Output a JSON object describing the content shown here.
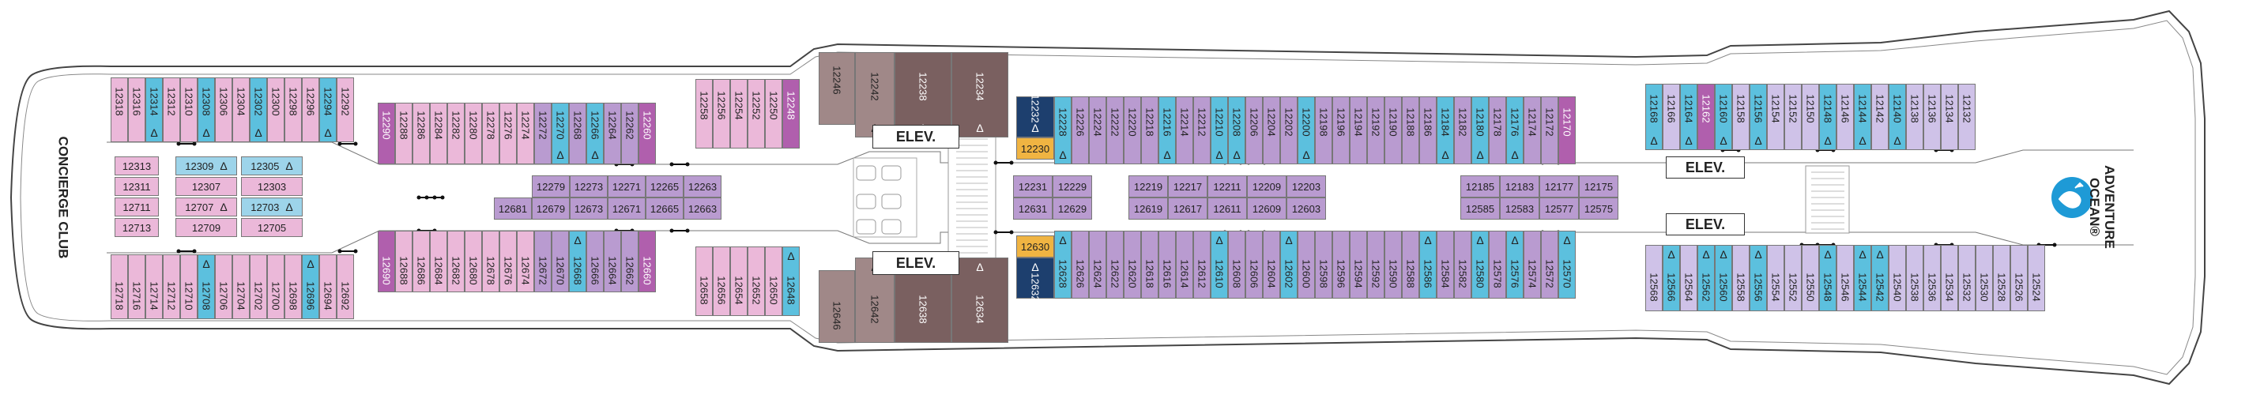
{
  "labels": {
    "concierge": "CONCIERGE CLUB",
    "adventure": "ADVENTURE OCEAN®",
    "elevators": [
      "ELEV.",
      "ELEV.",
      "ELEV.",
      "ELEV."
    ]
  },
  "colors": {
    "pink": "#ebb8d9",
    "purple": "#b99bd0",
    "lavender": "#cfc2e8",
    "blue": "#5cc0de",
    "lightblue": "#9dd4ea",
    "magenta": "#b05fad",
    "brown": "#7a6060",
    "taupe": "#a08888",
    "navy": "#1d3f6e",
    "gold": "#f0b442"
  },
  "accessible_symbol": "Δ",
  "rows": {
    "top_fwd": [
      {
        "n": "12318",
        "c": "pink"
      },
      {
        "n": "12316",
        "c": "pink"
      },
      {
        "n": "12314",
        "c": "blue",
        "a": true
      },
      {
        "n": "12312",
        "c": "pink"
      },
      {
        "n": "12310",
        "c": "pink"
      },
      {
        "n": "12308",
        "c": "blue",
        "a": true
      },
      {
        "n": "12306",
        "c": "pink"
      },
      {
        "n": "12304",
        "c": "pink"
      },
      {
        "n": "12302",
        "c": "blue",
        "a": true
      },
      {
        "n": "12300",
        "c": "pink"
      },
      {
        "n": "12298",
        "c": "pink"
      },
      {
        "n": "12296",
        "c": "pink"
      },
      {
        "n": "12294",
        "c": "blue",
        "a": true
      },
      {
        "n": "12292",
        "c": "pink"
      }
    ],
    "top_fwd_b": [
      {
        "n": "12290",
        "c": "magenta"
      },
      {
        "n": "12288",
        "c": "pink"
      },
      {
        "n": "12286",
        "c": "pink"
      },
      {
        "n": "12284",
        "c": "pink"
      },
      {
        "n": "12282",
        "c": "pink"
      },
      {
        "n": "12280",
        "c": "pink"
      },
      {
        "n": "12278",
        "c": "pink"
      },
      {
        "n": "12276",
        "c": "pink"
      },
      {
        "n": "12274",
        "c": "pink"
      },
      {
        "n": "12272",
        "c": "purple"
      },
      {
        "n": "12270",
        "c": "blue",
        "a": true
      },
      {
        "n": "12268",
        "c": "purple"
      },
      {
        "n": "12266",
        "c": "blue",
        "a": true
      },
      {
        "n": "12264",
        "c": "purple"
      },
      {
        "n": "12262",
        "c": "purple"
      },
      {
        "n": "12260",
        "c": "magenta"
      }
    ],
    "top_mid": [
      {
        "n": "12258",
        "c": "pink"
      },
      {
        "n": "12256",
        "c": "pink"
      },
      {
        "n": "12254",
        "c": "pink"
      },
      {
        "n": "12252",
        "c": "pink"
      },
      {
        "n": "12250",
        "c": "pink"
      },
      {
        "n": "12248",
        "c": "magenta"
      }
    ],
    "top_aft": [
      {
        "n": "12228",
        "c": "blue",
        "a": true
      },
      {
        "n": "12226",
        "c": "purple"
      },
      {
        "n": "12224",
        "c": "purple"
      },
      {
        "n": "12222",
        "c": "purple"
      },
      {
        "n": "12220",
        "c": "purple"
      },
      {
        "n": "12218",
        "c": "purple"
      },
      {
        "n": "12216",
        "c": "blue",
        "a": true
      },
      {
        "n": "12214",
        "c": "purple"
      },
      {
        "n": "12212",
        "c": "purple"
      },
      {
        "n": "12210",
        "c": "blue",
        "a": true
      },
      {
        "n": "12208",
        "c": "blue",
        "a": true
      },
      {
        "n": "12206",
        "c": "purple"
      },
      {
        "n": "12204",
        "c": "purple"
      },
      {
        "n": "12202",
        "c": "purple"
      },
      {
        "n": "12200",
        "c": "blue",
        "a": true
      },
      {
        "n": "12198",
        "c": "purple"
      },
      {
        "n": "12196",
        "c": "purple"
      },
      {
        "n": "12194",
        "c": "purple"
      },
      {
        "n": "12192",
        "c": "purple"
      },
      {
        "n": "12190",
        "c": "purple"
      },
      {
        "n": "12188",
        "c": "purple"
      },
      {
        "n": "12186",
        "c": "purple"
      },
      {
        "n": "12184",
        "c": "blue",
        "a": true
      },
      {
        "n": "12182",
        "c": "purple"
      },
      {
        "n": "12180",
        "c": "blue",
        "a": true
      },
      {
        "n": "12178",
        "c": "purple"
      },
      {
        "n": "12176",
        "c": "blue",
        "a": true
      },
      {
        "n": "12174",
        "c": "purple"
      },
      {
        "n": "12172",
        "c": "purple"
      },
      {
        "n": "12170",
        "c": "magenta"
      }
    ],
    "top_stern": [
      {
        "n": "12168",
        "c": "blue",
        "a": true
      },
      {
        "n": "12166",
        "c": "lavender"
      },
      {
        "n": "12164",
        "c": "blue",
        "a": true
      },
      {
        "n": "12162",
        "c": "magenta"
      },
      {
        "n": "12160",
        "c": "blue",
        "a": true
      },
      {
        "n": "12158",
        "c": "lavender"
      },
      {
        "n": "12156",
        "c": "blue",
        "a": true
      },
      {
        "n": "12154",
        "c": "lavender"
      },
      {
        "n": "12152",
        "c": "lavender"
      },
      {
        "n": "12150",
        "c": "lavender"
      },
      {
        "n": "12148",
        "c": "blue",
        "a": true
      },
      {
        "n": "12146",
        "c": "lavender"
      },
      {
        "n": "12144",
        "c": "blue",
        "a": true
      },
      {
        "n": "12142",
        "c": "lavender"
      },
      {
        "n": "12140",
        "c": "blue",
        "a": true
      },
      {
        "n": "12138",
        "c": "lavender"
      },
      {
        "n": "12136",
        "c": "lavender"
      },
      {
        "n": "12134",
        "c": "lavender"
      },
      {
        "n": "12132",
        "c": "lavender"
      }
    ],
    "bot_fwd": [
      {
        "n": "12718",
        "c": "pink"
      },
      {
        "n": "12716",
        "c": "pink"
      },
      {
        "n": "12714",
        "c": "pink"
      },
      {
        "n": "12712",
        "c": "pink"
      },
      {
        "n": "12710",
        "c": "pink"
      },
      {
        "n": "12708",
        "c": "blue",
        "a": true
      },
      {
        "n": "12706",
        "c": "pink"
      },
      {
        "n": "12704",
        "c": "pink"
      },
      {
        "n": "12702",
        "c": "pink"
      },
      {
        "n": "12700",
        "c": "pink"
      },
      {
        "n": "12698",
        "c": "pink"
      },
      {
        "n": "12696",
        "c": "blue",
        "a": true
      },
      {
        "n": "12694",
        "c": "pink"
      },
      {
        "n": "12692",
        "c": "pink"
      }
    ],
    "bot_fwd_b": [
      {
        "n": "12690",
        "c": "magenta"
      },
      {
        "n": "12688",
        "c": "pink"
      },
      {
        "n": "12686",
        "c": "pink"
      },
      {
        "n": "12684",
        "c": "pink"
      },
      {
        "n": "12682",
        "c": "pink"
      },
      {
        "n": "12680",
        "c": "pink"
      },
      {
        "n": "12678",
        "c": "pink"
      },
      {
        "n": "12676",
        "c": "pink"
      },
      {
        "n": "12674",
        "c": "pink"
      },
      {
        "n": "12672",
        "c": "purple"
      },
      {
        "n": "12670",
        "c": "purple"
      },
      {
        "n": "12668",
        "c": "blue",
        "a": true
      },
      {
        "n": "12666",
        "c": "purple"
      },
      {
        "n": "12664",
        "c": "purple"
      },
      {
        "n": "12662",
        "c": "purple"
      },
      {
        "n": "12660",
        "c": "magenta"
      }
    ],
    "bot_mid": [
      {
        "n": "12658",
        "c": "pink"
      },
      {
        "n": "12656",
        "c": "pink"
      },
      {
        "n": "12654",
        "c": "pink"
      },
      {
        "n": "12652",
        "c": "pink"
      },
      {
        "n": "12650",
        "c": "pink"
      },
      {
        "n": "12648",
        "c": "blue",
        "a": true
      }
    ],
    "bot_aft": [
      {
        "n": "12628",
        "c": "blue",
        "a": true
      },
      {
        "n": "12626",
        "c": "purple"
      },
      {
        "n": "12624",
        "c": "purple"
      },
      {
        "n": "12622",
        "c": "purple"
      },
      {
        "n": "12620",
        "c": "purple"
      },
      {
        "n": "12618",
        "c": "purple"
      },
      {
        "n": "12616",
        "c": "purple"
      },
      {
        "n": "12614",
        "c": "purple"
      },
      {
        "n": "12612",
        "c": "purple"
      },
      {
        "n": "12610",
        "c": "blue",
        "a": true
      },
      {
        "n": "12608",
        "c": "purple"
      },
      {
        "n": "12606",
        "c": "purple"
      },
      {
        "n": "12604",
        "c": "purple"
      },
      {
        "n": "12602",
        "c": "blue",
        "a": true
      },
      {
        "n": "12600",
        "c": "purple"
      },
      {
        "n": "12598",
        "c": "purple"
      },
      {
        "n": "12596",
        "c": "purple"
      },
      {
        "n": "12594",
        "c": "purple"
      },
      {
        "n": "12592",
        "c": "purple"
      },
      {
        "n": "12590",
        "c": "purple"
      },
      {
        "n": "12588",
        "c": "purple"
      },
      {
        "n": "12586",
        "c": "blue",
        "a": true
      },
      {
        "n": "12584",
        "c": "purple"
      },
      {
        "n": "12582",
        "c": "purple"
      },
      {
        "n": "12580",
        "c": "blue",
        "a": true
      },
      {
        "n": "12578",
        "c": "purple"
      },
      {
        "n": "12576",
        "c": "blue",
        "a": true
      },
      {
        "n": "12574",
        "c": "purple"
      },
      {
        "n": "12572",
        "c": "purple"
      },
      {
        "n": "12570",
        "c": "blue",
        "a": true
      }
    ],
    "bot_stern": [
      {
        "n": "12568",
        "c": "lavender"
      },
      {
        "n": "12566",
        "c": "blue",
        "a": true
      },
      {
        "n": "12564",
        "c": "lavender"
      },
      {
        "n": "12562",
        "c": "blue",
        "a": true
      },
      {
        "n": "12560",
        "c": "blue",
        "a": true
      },
      {
        "n": "12558",
        "c": "lavender"
      },
      {
        "n": "12556",
        "c": "blue",
        "a": true
      },
      {
        "n": "12554",
        "c": "lavender"
      },
      {
        "n": "12552",
        "c": "lavender"
      },
      {
        "n": "12550",
        "c": "lavender"
      },
      {
        "n": "12548",
        "c": "blue",
        "a": true
      },
      {
        "n": "12546",
        "c": "lavender"
      },
      {
        "n": "12544",
        "c": "blue",
        "a": true
      },
      {
        "n": "12542",
        "c": "blue",
        "a": true
      },
      {
        "n": "12540",
        "c": "lavender"
      },
      {
        "n": "12538",
        "c": "lavender"
      },
      {
        "n": "12536",
        "c": "lavender"
      },
      {
        "n": "12534",
        "c": "lavender"
      },
      {
        "n": "12532",
        "c": "lavender"
      },
      {
        "n": "12530",
        "c": "lavender"
      },
      {
        "n": "12528",
        "c": "lavender"
      },
      {
        "n": "12526",
        "c": "lavender"
      },
      {
        "n": "12524",
        "c": "lavender"
      }
    ],
    "suites_top": [
      {
        "n": "12246",
        "c": "taupe"
      },
      {
        "n": "12242",
        "c": "taupe",
        "a": true
      },
      {
        "n": "12238",
        "c": "brown",
        "a": true
      },
      {
        "n": "12234",
        "c": "brown",
        "a": true
      }
    ],
    "suites_bot": [
      {
        "n": "12646",
        "c": "taupe"
      },
      {
        "n": "12642",
        "c": "taupe",
        "a": true
      },
      {
        "n": "12638",
        "c": "brown",
        "a": true
      },
      {
        "n": "12634",
        "c": "brown",
        "a": true
      }
    ],
    "navy": [
      {
        "n": "12232",
        "c": "navy",
        "a": true
      },
      {
        "n": "12632",
        "c": "navy",
        "a": true
      }
    ],
    "gold": [
      {
        "n": "12230",
        "c": "gold"
      },
      {
        "n": "12630",
        "c": "gold"
      }
    ],
    "conc_left": [
      {
        "n": "12313",
        "c": "pink"
      },
      {
        "n": "12311",
        "c": "pink"
      },
      {
        "n": "12711",
        "c": "pink"
      },
      {
        "n": "12713",
        "c": "pink"
      }
    ],
    "conc_mid": [
      {
        "n": "12309",
        "c": "lightblue",
        "a": true
      },
      {
        "n": "12307",
        "c": "pink"
      },
      {
        "n": "12707",
        "c": "pink",
        "a": true
      },
      {
        "n": "12709",
        "c": "pink"
      }
    ],
    "conc_right": [
      {
        "n": "12305",
        "c": "lightblue",
        "a": true
      },
      {
        "n": "12303",
        "c": "pink"
      },
      {
        "n": "12703",
        "c": "lightblue",
        "a": true
      },
      {
        "n": "12705",
        "c": "pink"
      }
    ],
    "island1": [
      {
        "n": "12279",
        "c": "purple"
      },
      {
        "n": "12273",
        "c": "purple"
      },
      {
        "n": "12271",
        "c": "purple"
      },
      {
        "n": "12265",
        "c": "purple"
      },
      {
        "n": "12263",
        "c": "purple"
      },
      {
        "n": "12681",
        "c": "purple"
      },
      {
        "n": "12679",
        "c": "purple"
      },
      {
        "n": "12673",
        "c": "purple"
      },
      {
        "n": "12671",
        "c": "purple"
      },
      {
        "n": "12665",
        "c": "purple"
      },
      {
        "n": "12663",
        "c": "purple"
      }
    ],
    "island2": [
      {
        "n": "12231",
        "c": "purple"
      },
      {
        "n": "12229",
        "c": "purple"
      },
      {
        "n": "12631",
        "c": "purple"
      },
      {
        "n": "12629",
        "c": "purple"
      }
    ],
    "island3": [
      {
        "n": "12219",
        "c": "purple"
      },
      {
        "n": "12217",
        "c": "purple"
      },
      {
        "n": "12211",
        "c": "purple"
      },
      {
        "n": "12209",
        "c": "purple"
      },
      {
        "n": "12203",
        "c": "purple"
      },
      {
        "n": "12619",
        "c": "purple"
      },
      {
        "n": "12617",
        "c": "purple"
      },
      {
        "n": "12611",
        "c": "purple"
      },
      {
        "n": "12609",
        "c": "purple"
      },
      {
        "n": "12603",
        "c": "purple"
      }
    ],
    "island4": [
      {
        "n": "12185",
        "c": "purple"
      },
      {
        "n": "12183",
        "c": "purple"
      },
      {
        "n": "12177",
        "c": "purple"
      },
      {
        "n": "12175",
        "c": "purple"
      },
      {
        "n": "12585",
        "c": "purple"
      },
      {
        "n": "12583",
        "c": "purple"
      },
      {
        "n": "12577",
        "c": "purple"
      },
      {
        "n": "12575",
        "c": "purple"
      }
    ]
  }
}
